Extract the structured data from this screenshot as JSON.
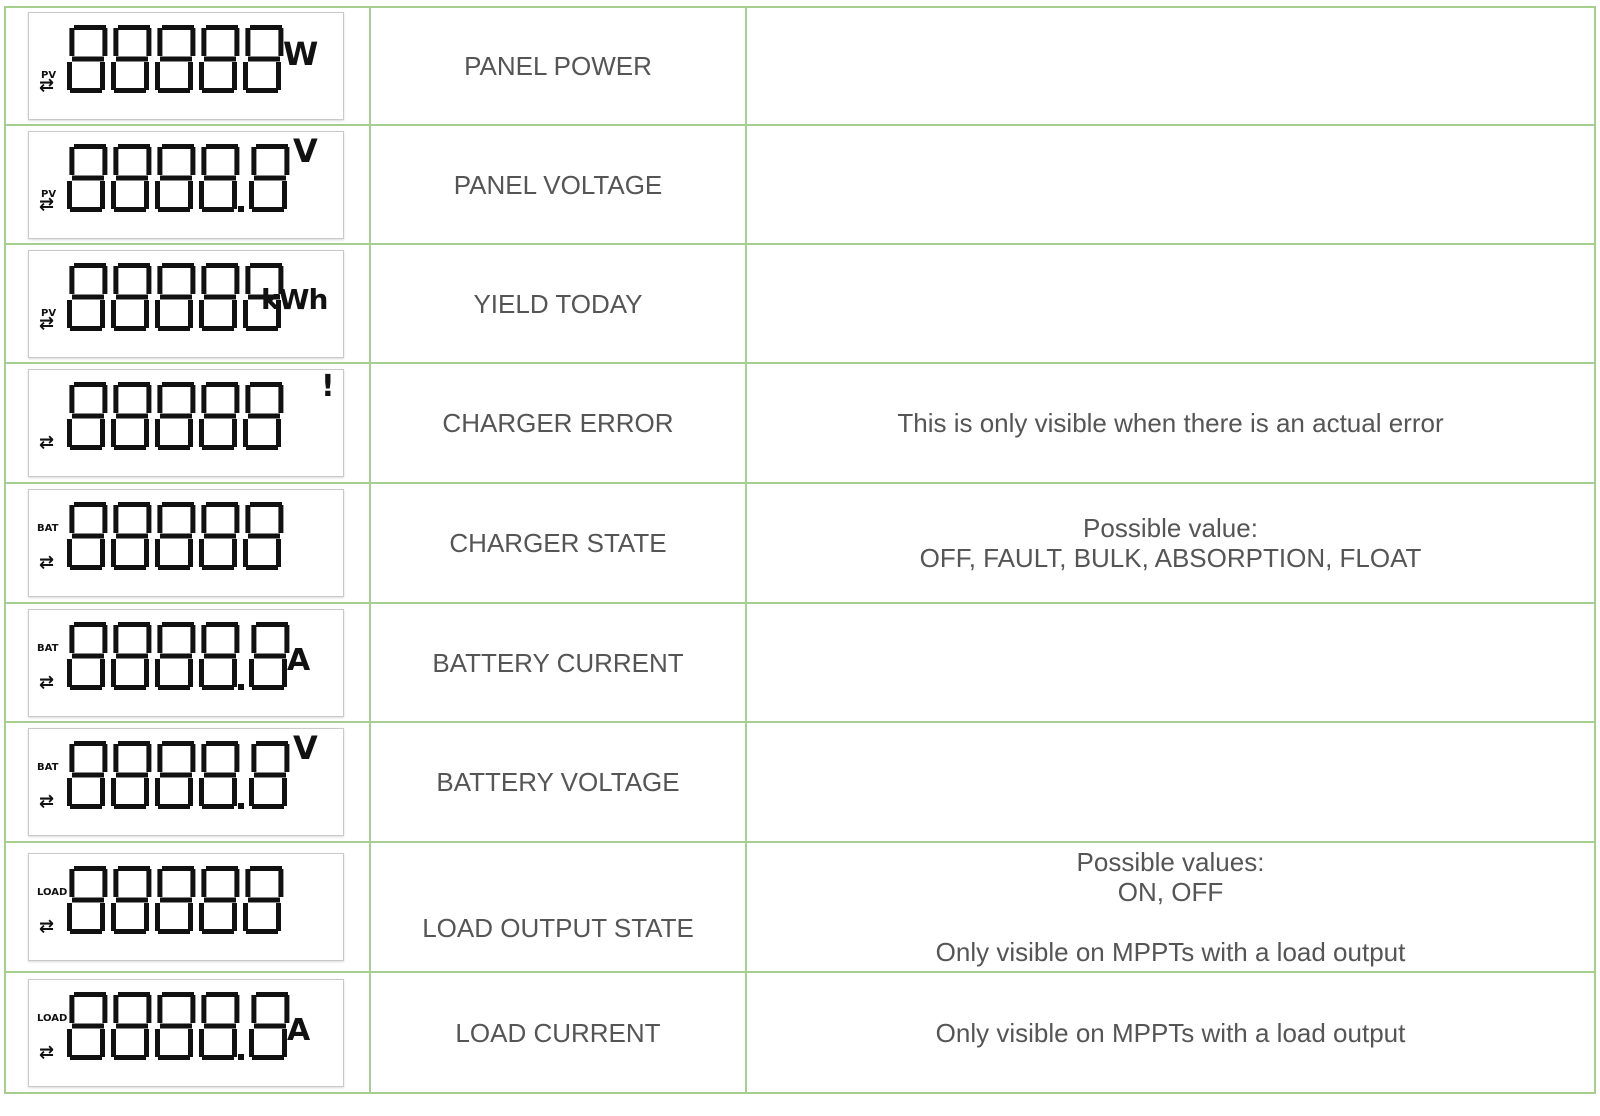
{
  "rows": [
    {
      "prefix": "PV",
      "unit": "W",
      "label": "PANEL POWER",
      "desc": []
    },
    {
      "prefix": "PV",
      "unit": "V",
      "label": "PANEL VOLTAGE",
      "desc": []
    },
    {
      "prefix": "PV",
      "unit": "kWh",
      "label": "YIELD TODAY",
      "desc": []
    },
    {
      "prefix": "",
      "unit": "!",
      "label": "CHARGER ERROR",
      "desc": [
        "This is only visible when there is an actual error"
      ]
    },
    {
      "prefix": "BAT",
      "unit": "",
      "label": "CHARGER STATE",
      "desc": [
        "Possible value:",
        "OFF, FAULT, BULK, ABSORPTION, FLOAT"
      ]
    },
    {
      "prefix": "BAT",
      "unit": "A",
      "label": "BATTERY CURRENT",
      "desc": []
    },
    {
      "prefix": "BAT",
      "unit": "V",
      "label": "BATTERY VOLTAGE",
      "desc": []
    },
    {
      "prefix": "LOAD",
      "unit": "",
      "label": "LOAD OUTPUT STATE",
      "desc": [
        "Possible values:",
        "ON, OFF",
        "",
        "Only visible on MPPTs with a load output"
      ]
    },
    {
      "prefix": "LOAD",
      "unit": "A",
      "label": "LOAD CURRENT",
      "desc": [
        "Only visible on MPPTs with a load output"
      ]
    }
  ],
  "colors": {
    "border": "#a6cf8f",
    "text": "#555555",
    "lcd_segment": "#111111"
  },
  "icons": {
    "direction": "bidirectional-arrows-icon"
  }
}
